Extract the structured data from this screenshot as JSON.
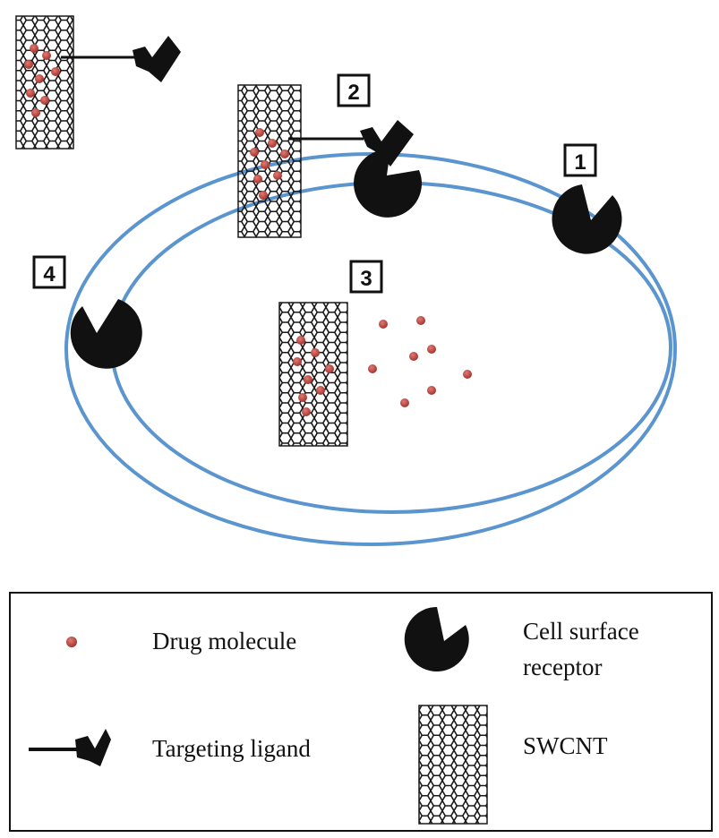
{
  "steps": [
    "1",
    "2",
    "3",
    "4"
  ],
  "legend": {
    "drug": "Drug molecule",
    "receptor_line1": "Cell surface",
    "receptor_line2": "receptor",
    "ligand": "Targeting ligand",
    "swcnt": "SWCNT"
  },
  "colors": {
    "membrane": "#5b95cf",
    "drug": "#b5423f",
    "black": "#111111"
  }
}
